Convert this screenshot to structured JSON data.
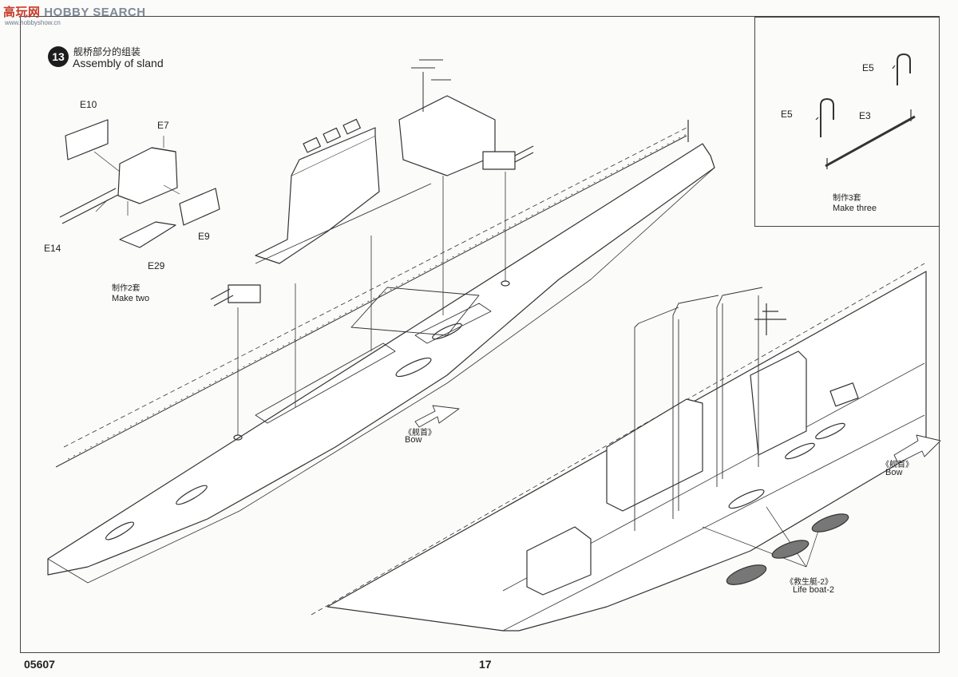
{
  "watermark": {
    "cn": "高玩网",
    "en": "HOBBY SEARCH",
    "url": "www.hobbyshow.cn"
  },
  "step": {
    "number": "13",
    "title_cn": "舰桥部分的组装",
    "title_en": "Assembly of sland"
  },
  "parts_left": {
    "e10": "E10",
    "e7": "E7",
    "e9": "E9",
    "e14": "E14",
    "e29": "E29",
    "make_two_cn": "制作2套",
    "make_two_en": "Make two"
  },
  "inset": {
    "e5_top": "E5",
    "e5_left": "E5",
    "e3": "E3",
    "make_three_cn": "制作3套",
    "make_three_en": "Make three"
  },
  "bow_upper": {
    "cn": "《舰首》",
    "en": "Bow"
  },
  "bow_right": {
    "cn": "《舰首》",
    "en": "Bow"
  },
  "lifeboat": {
    "cn": "《救生艇-2》",
    "en": "Life boat-2"
  },
  "footer": {
    "code": "05607",
    "page": "17"
  },
  "colors": {
    "line": "#333333",
    "background": "#fbfbfa",
    "badge": "#1d1d1d"
  }
}
